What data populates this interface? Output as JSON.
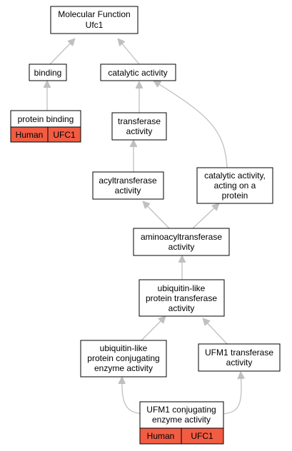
{
  "nodes": {
    "root": [
      "Molecular Function",
      "Ufc1"
    ],
    "binding": [
      "binding"
    ],
    "catalytic": [
      "catalytic activity"
    ],
    "protein_binding": [
      "protein binding"
    ],
    "transferase": [
      "transferase",
      "activity"
    ],
    "acyltransferase": [
      "acyltransferase",
      "activity"
    ],
    "catalytic_protein": [
      "catalytic activity,",
      "acting on a",
      "protein"
    ],
    "aminoacyl": [
      "aminoacyltransferase",
      "activity"
    ],
    "ubl_transferase": [
      "ubiquitin-like",
      "protein transferase",
      "activity"
    ],
    "ubl_conjugating": [
      "ubiquitin-like",
      "protein conjugating",
      "enzyme activity"
    ],
    "ufm1_transferase": [
      "UFM1 transferase",
      "activity"
    ],
    "ufm1_conjugating": [
      "UFM1 conjugating",
      "enzyme activity"
    ]
  },
  "annotations": {
    "protein_binding": [
      "Human",
      "UFC1"
    ],
    "ufm1_conjugating": [
      "Human",
      "UFC1"
    ]
  },
  "colors": {
    "badge": "#f15c43",
    "edge": "#c0c0c0",
    "border": "#000000"
  }
}
